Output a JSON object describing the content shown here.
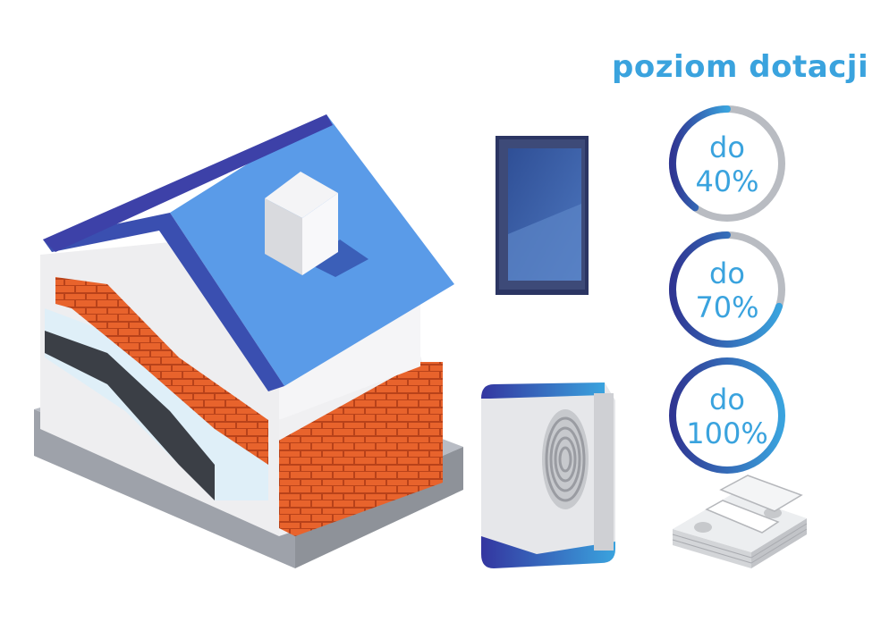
{
  "heading": "poziom dotacji",
  "subsidy_levels": [
    {
      "prefix": "do",
      "value": "40%",
      "fill_fraction": 0.4
    },
    {
      "prefix": "do",
      "value": "70%",
      "fill_fraction": 0.7
    },
    {
      "prefix": "do",
      "value": "100%",
      "fill_fraction": 1.0
    }
  ],
  "icons": [
    "house-insulation-icon",
    "window-icon",
    "heat-pump-icon",
    "cash-stack-icon"
  ],
  "colors": {
    "accent_blue": "#3aa3de",
    "dark_blue": "#2f3592",
    "ring_gray": "#b9bcc2",
    "roof_blue": "#5a9be8",
    "brick": "#e8632c"
  }
}
